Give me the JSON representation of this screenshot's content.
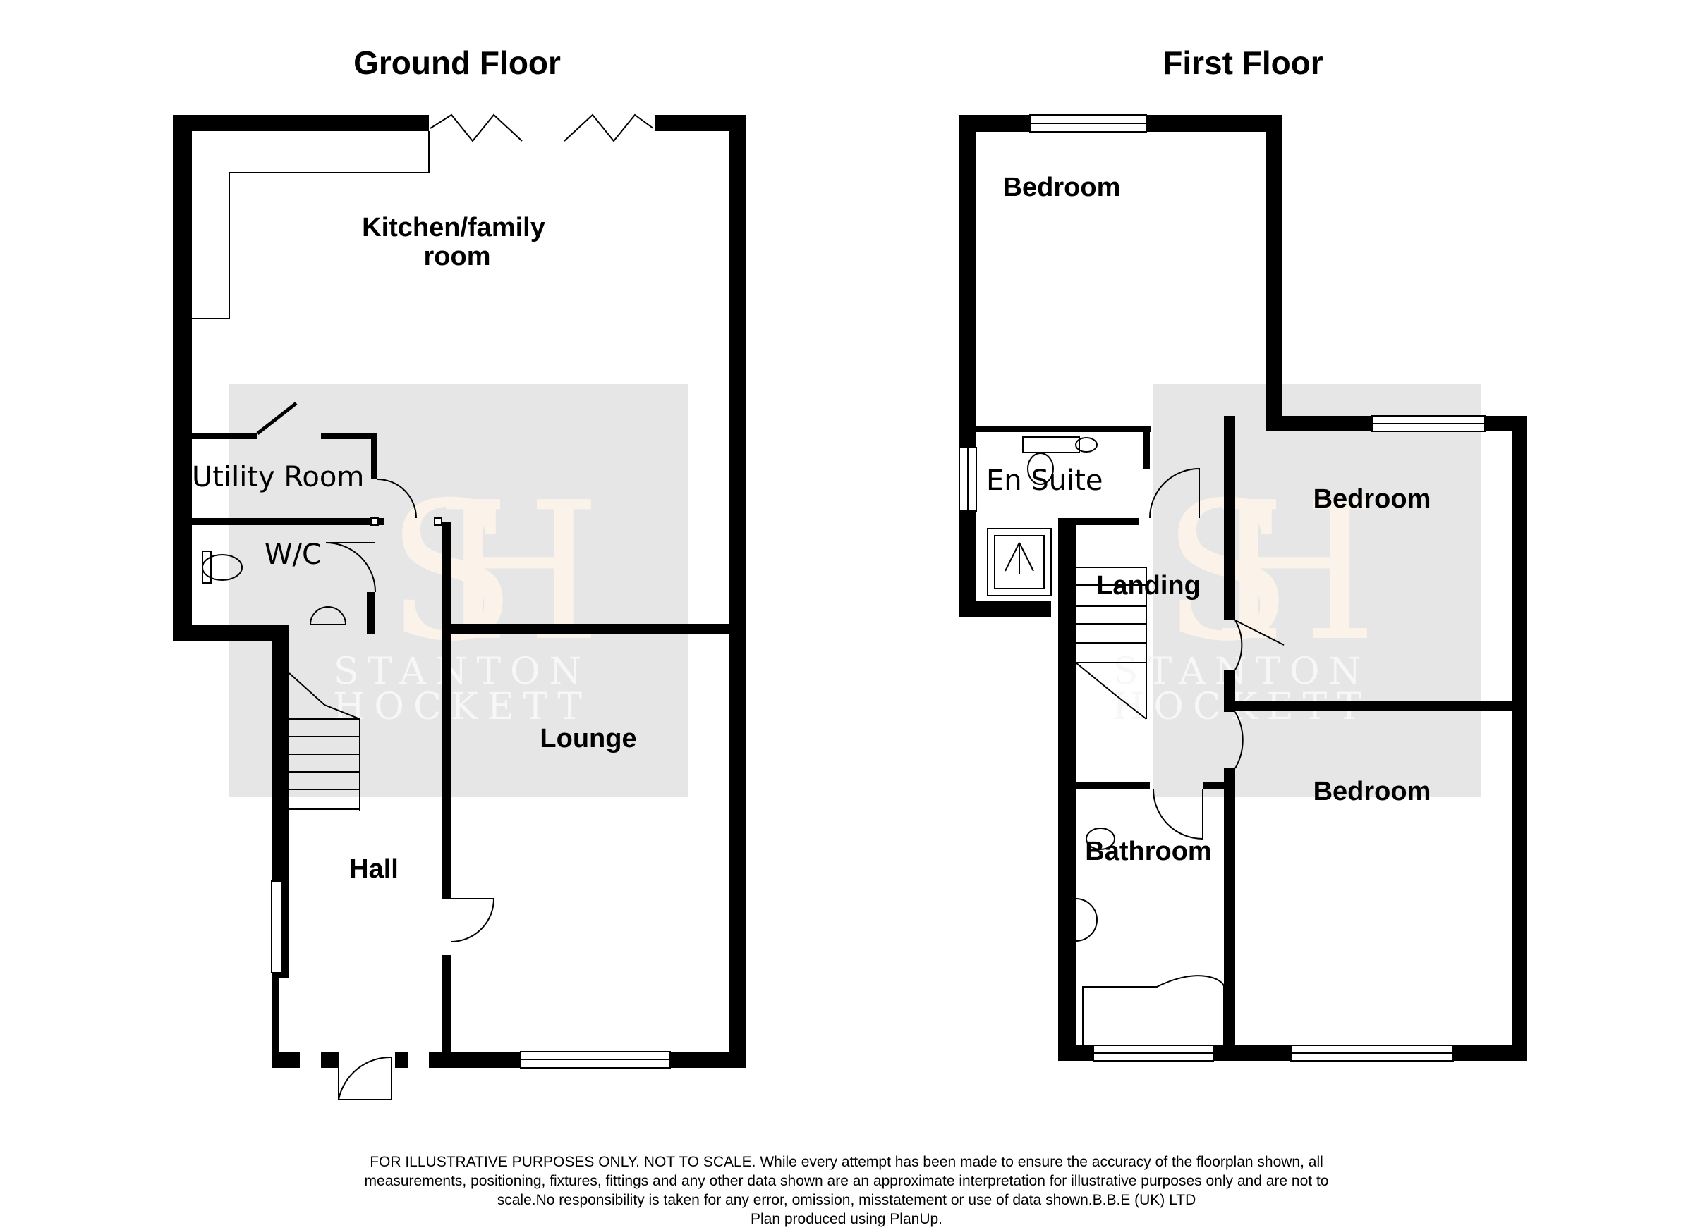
{
  "ground_floor": {
    "title": "Ground Floor",
    "rooms": {
      "kitchen": [
        "Kitchen/family",
        "room"
      ],
      "utility": "Utility Room",
      "wc": "W/C",
      "lounge": "Lounge",
      "hall": "Hall"
    }
  },
  "first_floor": {
    "title": "First Floor",
    "rooms": {
      "bedroom_1": "Bedroom",
      "en_suite": "En Suite",
      "bedroom_2": "Bedroom",
      "landing": "Landing",
      "bedroom_3": "Bedroom",
      "bathroom": "Bathroom"
    }
  },
  "watermark": {
    "initials": [
      "S",
      "H"
    ],
    "name": [
      "STANTON",
      "HOCKETT"
    ]
  },
  "disclaimer": [
    "FOR ILLUSTRATIVE PURPOSES ONLY. NOT TO SCALE. While every attempt has been made to ensure the accuracy of the floorplan shown, all",
    "measurements, positioning, fixtures, fittings and any other data shown are an approximate interpretation for illustrative purposes only and are not to",
    "scale.No responsibility is taken for any error, omission, misstatement or use of data shown.B.B.E (UK) LTD",
    "Plan produced using PlanUp."
  ],
  "colors": {
    "wall": "#000000",
    "watermark_panel": "#e6e6e6",
    "watermark_initials": "#fbf3ea"
  }
}
